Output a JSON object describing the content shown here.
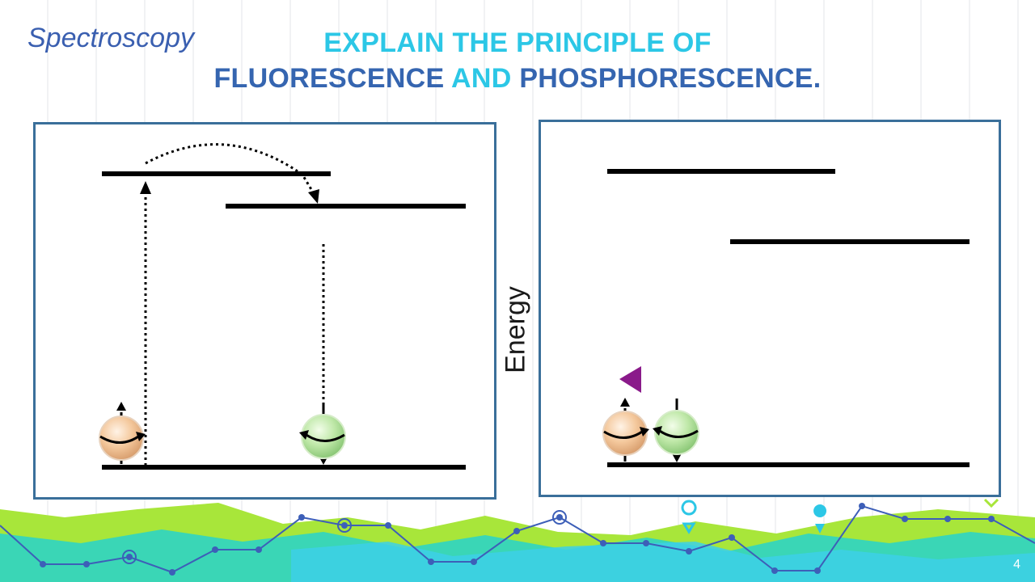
{
  "slide": {
    "topic": "Spectroscopy",
    "title_line1": "EXPLAIN THE PRINCIPLE OF",
    "title_line2_part1": "FLUORESCENCE",
    "title_line2_and": "AND",
    "title_line2_part2": "PHOSPHORESCENCE.",
    "page_number": "4"
  },
  "diagram": {
    "axis_label": "Energy",
    "colors": {
      "title_cyan": "#2cc7e6",
      "title_blue": "#3565b0",
      "panel_border": "#3a6f9a",
      "electron_orange": "#f4c89c",
      "electron_green": "#bfe8a8",
      "marker_purple": "#8a1a8a",
      "footer_green": "#a8e63a",
      "footer_teal": "#3ad6b6",
      "footer_cyan": "#3dd0e8",
      "footer_line": "#3d5fb8"
    }
  }
}
